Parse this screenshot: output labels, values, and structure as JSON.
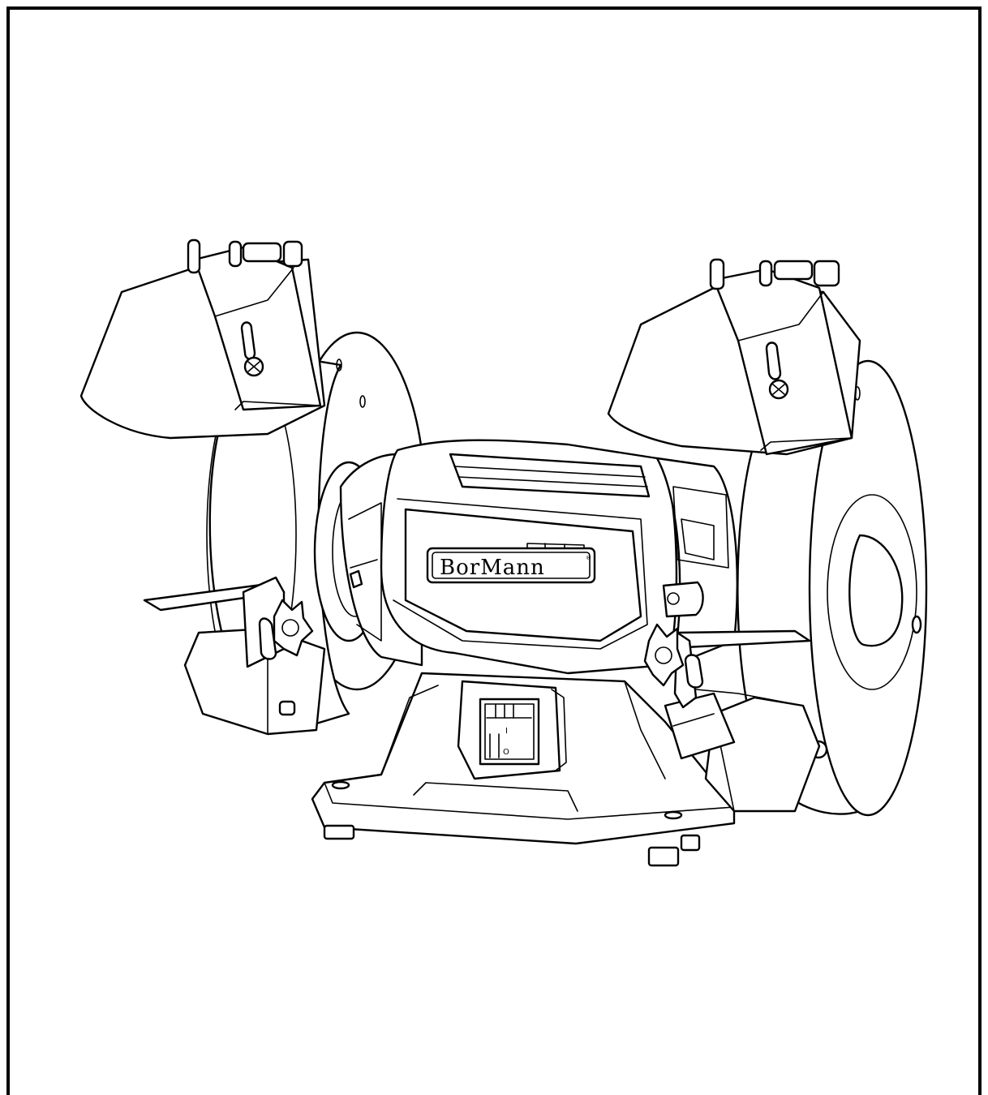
{
  "figure": {
    "subject": "bench-grinder",
    "brand_logo": {
      "text": "BorMann",
      "registered_mark": "®"
    },
    "switch_markings": {
      "on": "I",
      "off": "O"
    },
    "colors": {
      "line": "#000000",
      "background": "#ffffff"
    }
  }
}
